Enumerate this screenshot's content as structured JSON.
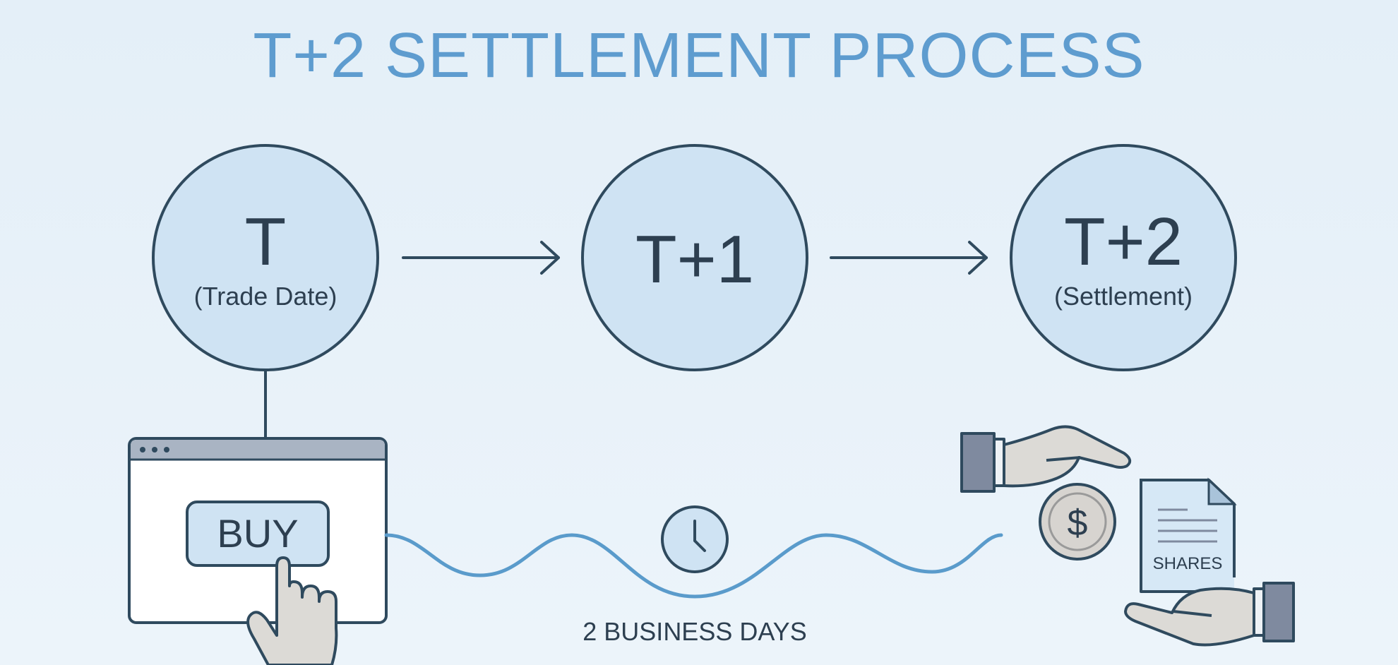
{
  "title": "T+2 SETTLEMENT PROCESS",
  "stages": [
    {
      "label": "T",
      "sublabel": "(Trade Date)"
    },
    {
      "label": "T+1",
      "sublabel": ""
    },
    {
      "label": "T+2",
      "sublabel": "(Settlement)"
    }
  ],
  "buy_button": "BUY",
  "duration_label": "2 BUSINESS DAYS",
  "document_label": "SHARES",
  "coin_symbol": "$",
  "colors": {
    "title": "#5e9ccf",
    "circle_fill": "#cfe3f3",
    "stroke": "#2f4a5e",
    "wave": "#5a9bcb"
  }
}
